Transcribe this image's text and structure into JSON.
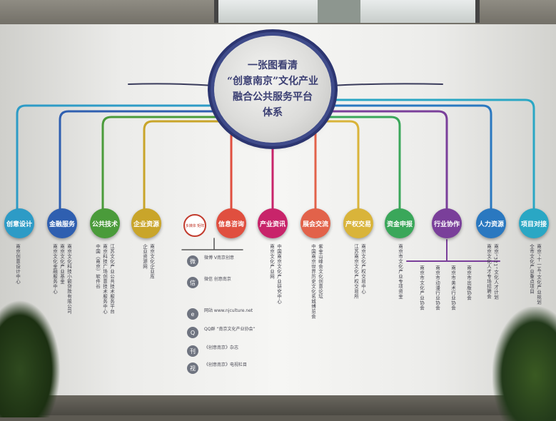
{
  "hub": {
    "lines": [
      "一张图看清",
      "“创意南京”文化产业",
      "融合公共服务平台",
      "体系"
    ]
  },
  "nodes": [
    {
      "label": "创意设计",
      "color": "#2d9bc6"
    },
    {
      "label": "金融服务",
      "color": "#2f5fb0"
    },
    {
      "label": "公共技术",
      "color": "#4a9b3a"
    },
    {
      "label": "企业资源",
      "color": "#c9a52a"
    },
    {
      "label": "信息咨询",
      "color": "#e04f3f"
    },
    {
      "label": "产业资讯",
      "color": "#c8246a"
    },
    {
      "label": "展会交流",
      "color": "#e2624a"
    },
    {
      "label": "产权交易",
      "color": "#d9b43a"
    },
    {
      "label": "资金申报",
      "color": "#3aa75a"
    },
    {
      "label": "行业协作",
      "color": "#7a3f9a"
    },
    {
      "label": "人力资源",
      "color": "#2a78c0"
    },
    {
      "label": "项目对接",
      "color": "#2aa7c4"
    }
  ],
  "columns": [
    "南京创意设计中心",
    "南京文化金融服务中心",
    "南京文化产业基金",
    "南京文化科技小额贷款有限公司",
    "中国（南京）软件谷",
    "南京科技广场创意技术服务中心",
    "江苏文化产业公共技术服务平台",
    "企业资源网",
    "南京文化企业库",
    "南京文化产业网",
    "中国南京文化产业研究中心",
    "中国南京世界历史文化名城博览会",
    "紫金山峰会文化创意论坛",
    "江苏南京文化产权交易所",
    "南京文化产权交易中心",
    "南京市文化产业专项资金",
    "南京市文化产业协会",
    "南京市动漫行业协会",
    "南京市美术行业协会",
    "南京市出版协会",
    "南京文化人才专场招聘会",
    "南京“321”文化人才计划",
    "全市文化产业重点项目",
    "南京“十一五”文化产业规划"
  ],
  "media": [
    {
      "icon": "微",
      "text": "微博 V南京创意"
    },
    {
      "icon": "信",
      "text": "微信 创意南京"
    },
    {
      "icon": "e",
      "text": "网站 www.njculture.net"
    },
    {
      "icon": "Q",
      "text": "QQ群 “南京文化产业协会”"
    },
    {
      "icon": "刊",
      "text": "《创意南京》杂志"
    },
    {
      "icon": "视",
      "text": "《创意南京》电视栏目"
    }
  ],
  "mini": {
    "label": "多媒体 矩阵"
  }
}
